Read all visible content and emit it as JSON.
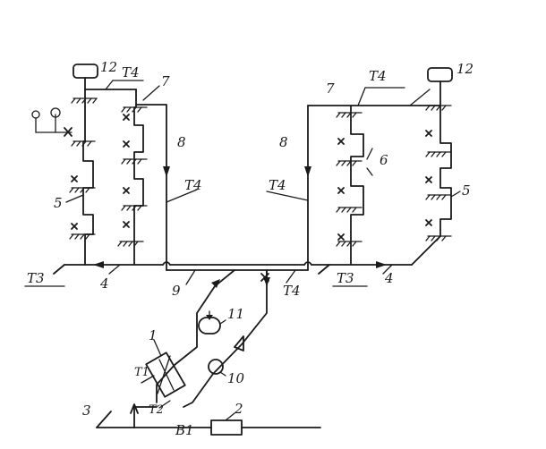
{
  "diagram": {
    "labels": {
      "n1": "1",
      "n2": "2",
      "n3": "3",
      "n4_left": "4",
      "n4_right": "4",
      "n5_left": "5",
      "n5_right": "5",
      "n6": "6",
      "n7_left": "7",
      "n7_right": "7",
      "n8_left": "8",
      "n8_right": "8",
      "n9": "9",
      "n10": "10",
      "n11": "11",
      "n12_left": "12",
      "n12_right": "12",
      "t1": "T1",
      "t2": "T2",
      "t3_left": "T3",
      "t3_right": "T3",
      "t4_top_left": "T4",
      "t4_mid_left": "T4",
      "t4_top_right": "T4",
      "t4_mid_right": "T4",
      "t4_bottom": "T4",
      "b1": "B1"
    },
    "color": "#1a1a1a"
  }
}
